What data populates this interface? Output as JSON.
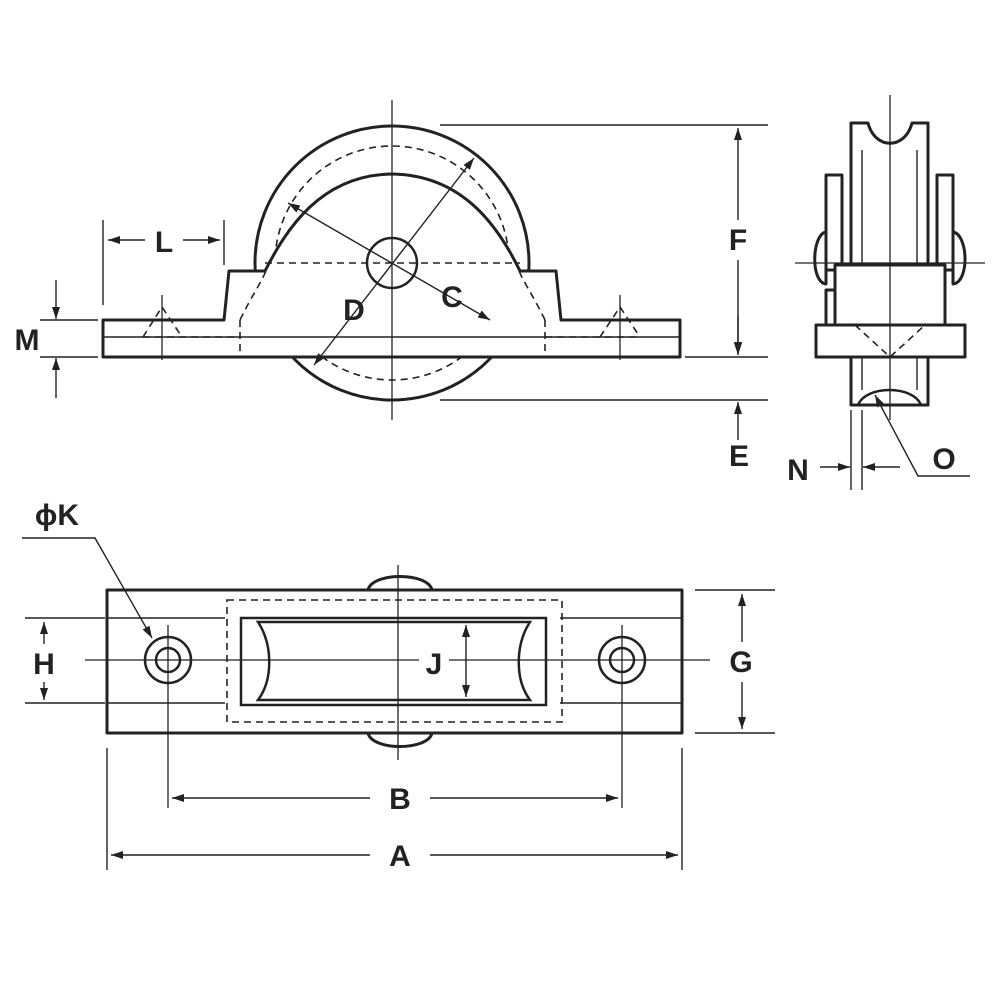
{
  "labels": {
    "A": "A",
    "B": "B",
    "C": "C",
    "D": "D",
    "E": "E",
    "F": "F",
    "G": "G",
    "H": "H",
    "J": "J",
    "K": "ϕK",
    "L": "L",
    "M": "M",
    "N": "N",
    "O": "O"
  }
}
